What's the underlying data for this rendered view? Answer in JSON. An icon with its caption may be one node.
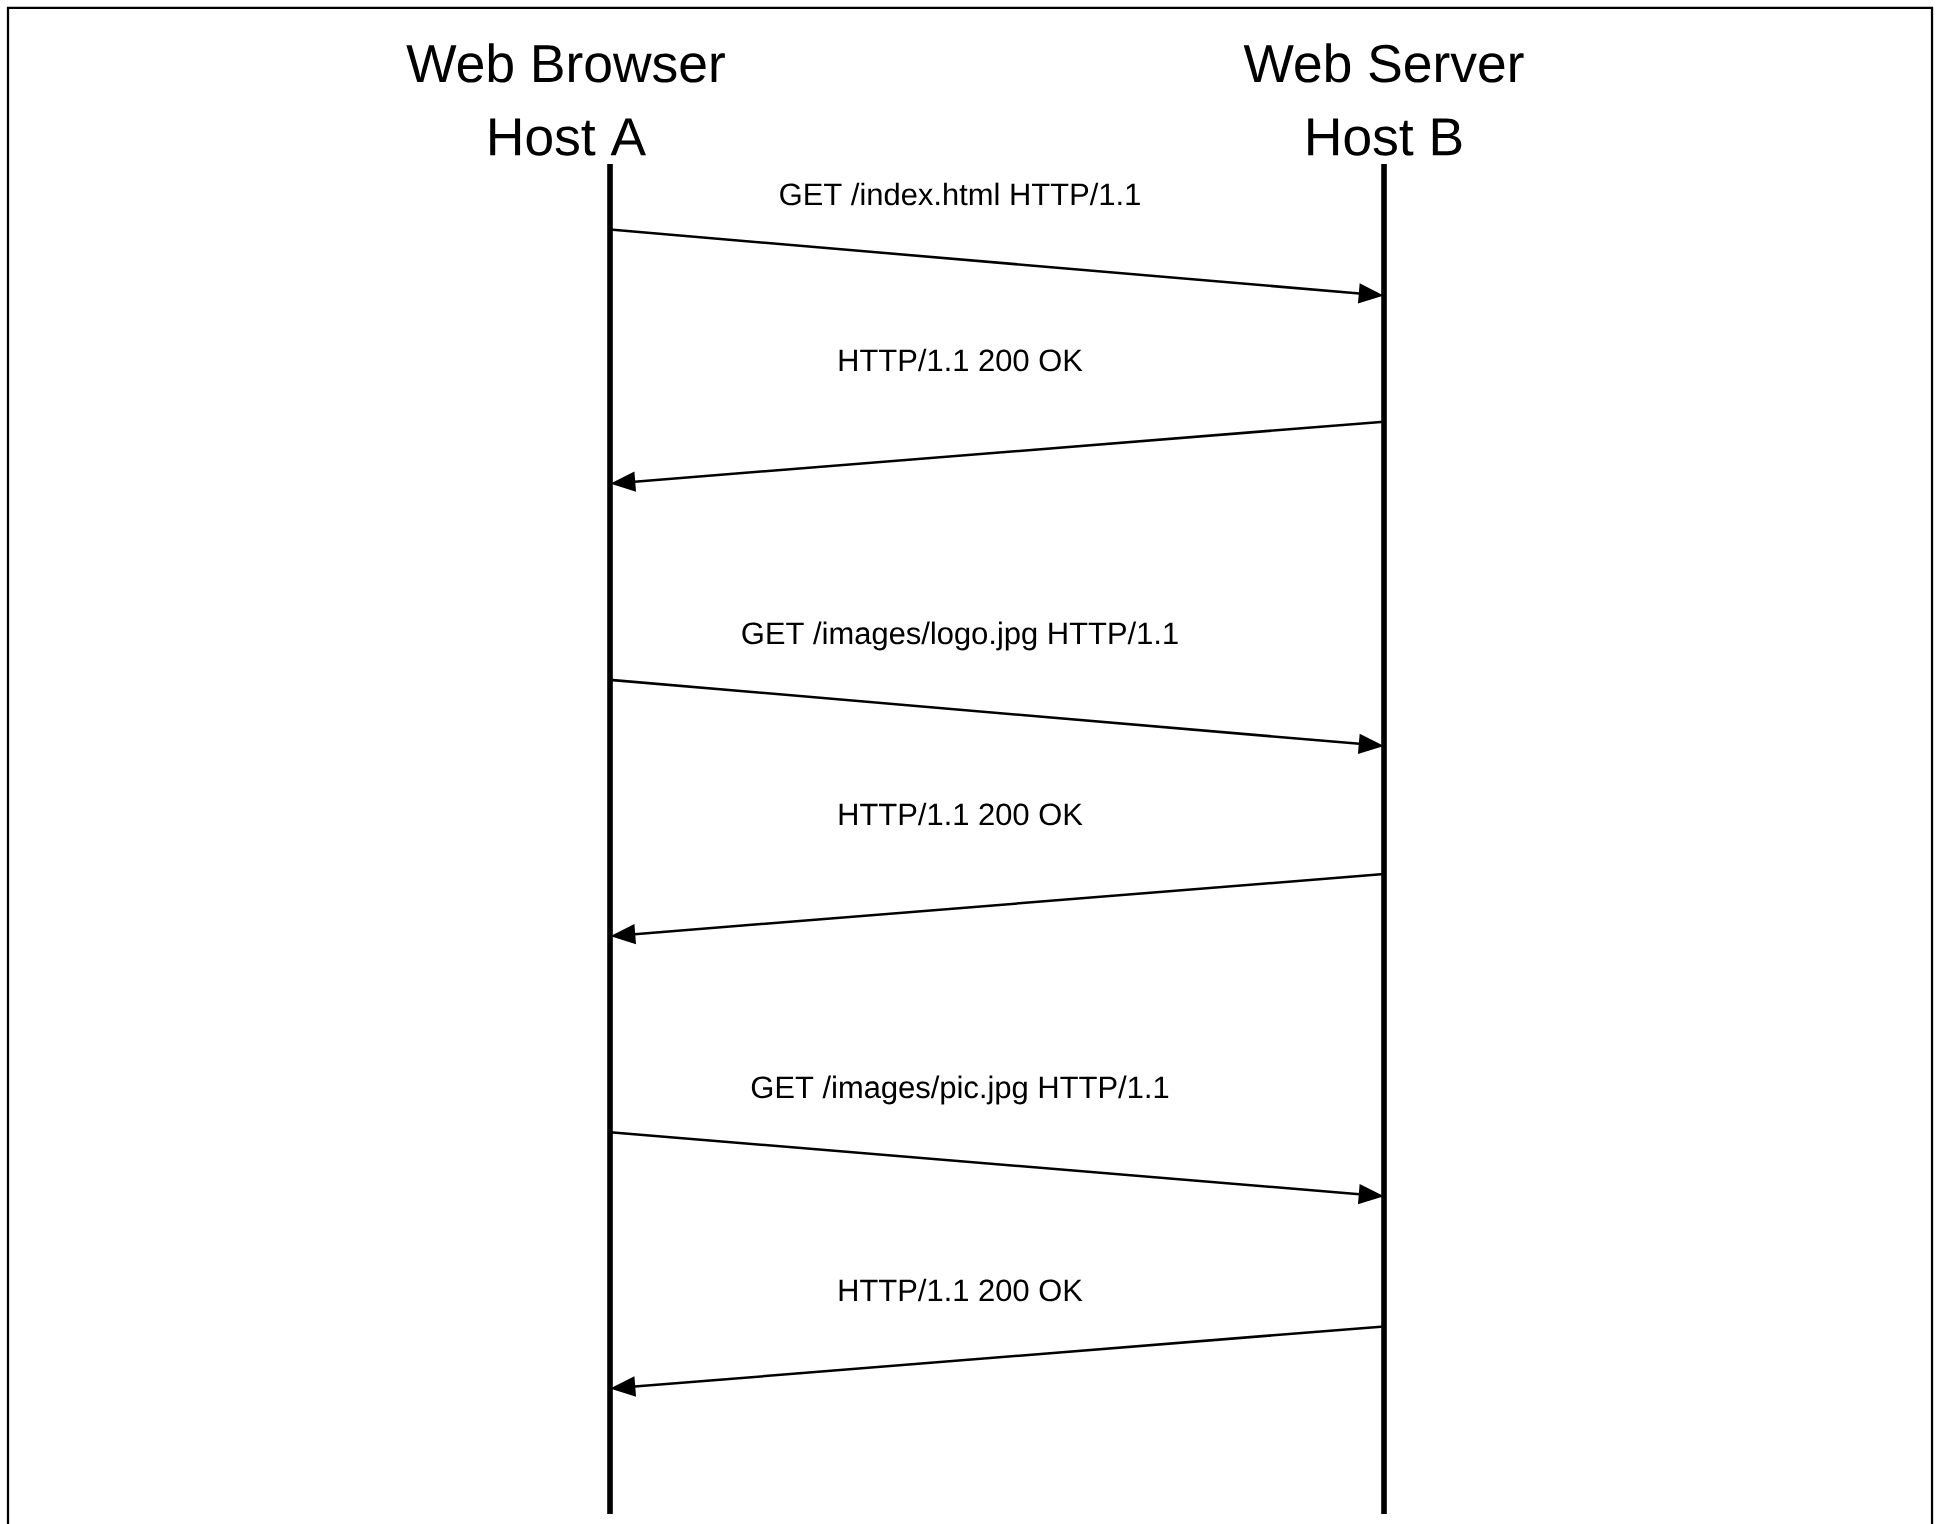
{
  "diagram": {
    "nodes": [
      {
        "text": [
          "Web Browser",
          "Host A"
        ]
      },
      {
        "text": [
          "Web Server",
          "Host B"
        ]
      },
      {
        "text": [],
        "shape": "bar"
      },
      {
        "text": [],
        "shape": "bar"
      }
    ],
    "edges": [
      {
        "from": 2,
        "to": 3,
        "arrow": "to",
        "label": "GET /index.html HTTP/1.1"
      },
      {
        "from": 3,
        "to": 2,
        "arrow": "to",
        "label": "HTTP/1.1 200 OK"
      },
      {
        "from": 2,
        "to": 3,
        "arrow": "to",
        "label": "GET /images/logo.jpg HTTP/1.1"
      },
      {
        "from": 3,
        "to": 2,
        "arrow": "to",
        "label": "HTTP/1.1 200 OK"
      },
      {
        "from": 2,
        "to": 3,
        "arrow": "to",
        "label": "GET /images/pic.jpg HTTP/1.1"
      },
      {
        "from": 3,
        "to": 2,
        "arrow": "to",
        "label": "HTTP/1.1 200 OK"
      }
    ]
  }
}
